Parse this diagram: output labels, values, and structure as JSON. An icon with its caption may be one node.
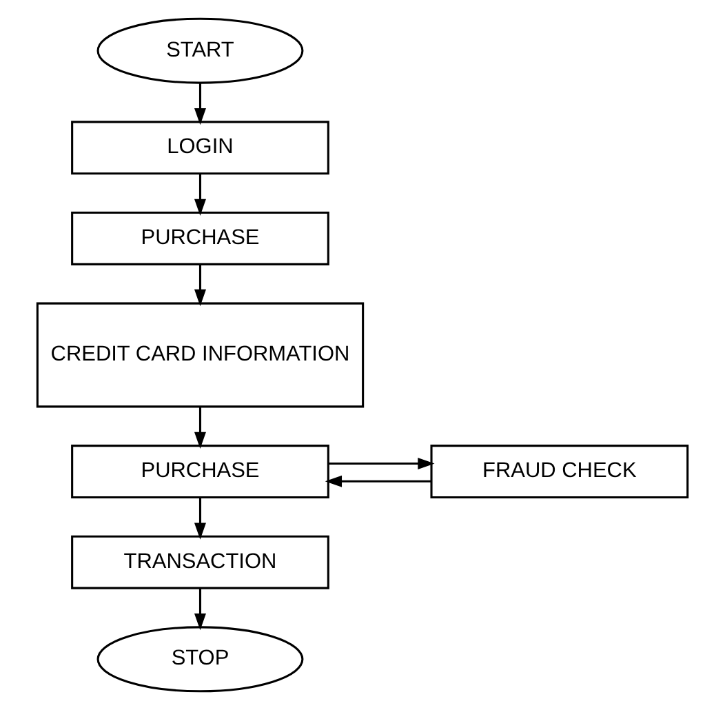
{
  "diagram": {
    "nodes": [
      {
        "text": [
          "START"
        ]
      },
      {
        "text": [
          "LOGIN"
        ]
      },
      {
        "text": [
          "PURCHASE"
        ]
      },
      {
        "text": [
          "CREDIT CARD INFORMATION"
        ]
      },
      {
        "text": [
          "PURCHASE"
        ]
      },
      {
        "text": [
          "FRAUD CHECK"
        ]
      },
      {
        "text": [
          "TRANSACTION"
        ]
      },
      {
        "text": [
          "STOP"
        ]
      }
    ],
    "edges": [
      {
        "from": 0,
        "to": 1,
        "arrow": "to"
      },
      {
        "from": 1,
        "to": 2,
        "arrow": "to"
      },
      {
        "from": 2,
        "to": 3,
        "arrow": "to"
      },
      {
        "from": 3,
        "to": 4,
        "arrow": "to"
      },
      {
        "from": 4,
        "to": 5,
        "arrow": "to"
      },
      {
        "from": 5,
        "to": 4,
        "arrow": "to"
      },
      {
        "from": 4,
        "to": 6,
        "arrow": "to"
      },
      {
        "from": 6,
        "to": 7,
        "arrow": "to"
      }
    ]
  }
}
